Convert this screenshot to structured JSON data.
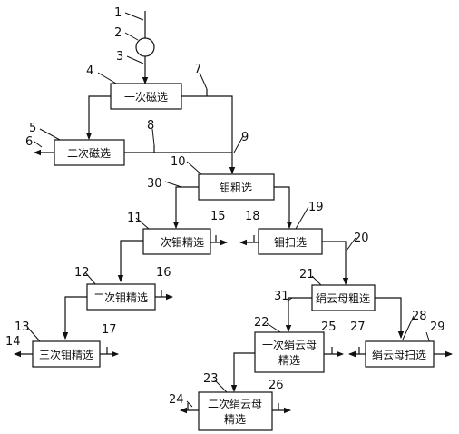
{
  "diagram": {
    "boxes": {
      "mag1": "一次磁选",
      "mag2": "二次磁选",
      "mo_rough": "钼粗选",
      "mo_clean1": "一次钼精选",
      "mo_scav": "钼扫选",
      "mo_clean2": "二次钼精选",
      "mica_rough": "绢云母粗选",
      "mo_clean3": "三次钼精选",
      "mica_clean1_l1": "一次绢云母",
      "mica_clean1_l2": "精选",
      "mica_scav": "绢云母扫选",
      "mica_clean2_l1": "二次绢云母",
      "mica_clean2_l2": "精选"
    },
    "labels": [
      "1",
      "2",
      "3",
      "4",
      "5",
      "6",
      "7",
      "8",
      "9",
      "10",
      "11",
      "12",
      "13",
      "14",
      "15",
      "16",
      "17",
      "18",
      "19",
      "20",
      "21",
      "22",
      "23",
      "24",
      "25",
      "26",
      "27",
      "28",
      "29",
      "30",
      "31"
    ]
  }
}
